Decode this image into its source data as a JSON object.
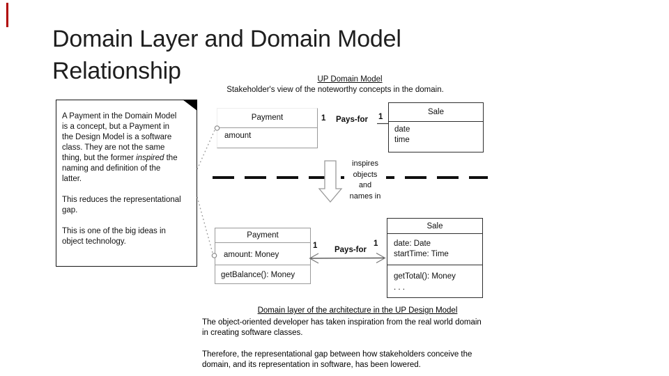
{
  "slide": {
    "title": "Domain Layer and Domain Model\nRelationship",
    "accent_color": "#b00000"
  },
  "note": {
    "text_before_italic": "A Payment in the Domain Model\nis a concept, but a Payment in\nthe Design Model is a software\nclass. They are not the same\nthing, but the former ",
    "italic_word": "inspired",
    "text_after_italic": " the\nnaming and definition of the\nlatter.\n\nThis reduces the representational\ngap.\n\nThis is one of the big ideas in\nobject technology."
  },
  "domain_model": {
    "heading": "UP Domain Model",
    "subheading": "Stakeholder's view of the noteworthy concepts in the domain.",
    "payment": {
      "name": "Payment",
      "attribute": "amount"
    },
    "sale": {
      "name": "Sale",
      "attributes": "date\ntime"
    },
    "assoc": {
      "left_mult": "1",
      "label": "Pays-for",
      "right_mult": "1"
    }
  },
  "arrow": {
    "label": "inspires\nobjects\nand\nnames in"
  },
  "design_model": {
    "payment": {
      "name": "Payment",
      "attribute": "amount: Money",
      "operation": "getBalance(): Money"
    },
    "sale": {
      "name": "Sale",
      "attributes": "date: Date\nstartTime: Time",
      "operations": "getTotal(): Money\n. . ."
    },
    "assoc": {
      "left_mult": "1",
      "label": "Pays-for",
      "right_mult": "1"
    }
  },
  "footer": {
    "heading": "Domain layer of the architecture in the UP Design Model",
    "para1": "The object-oriented developer has taken inspiration from the real world domain\nin creating software classes.",
    "para2": "Therefore, the representational gap between how stakeholders conceive the\ndomain, and its representation in software, has been lowered."
  }
}
